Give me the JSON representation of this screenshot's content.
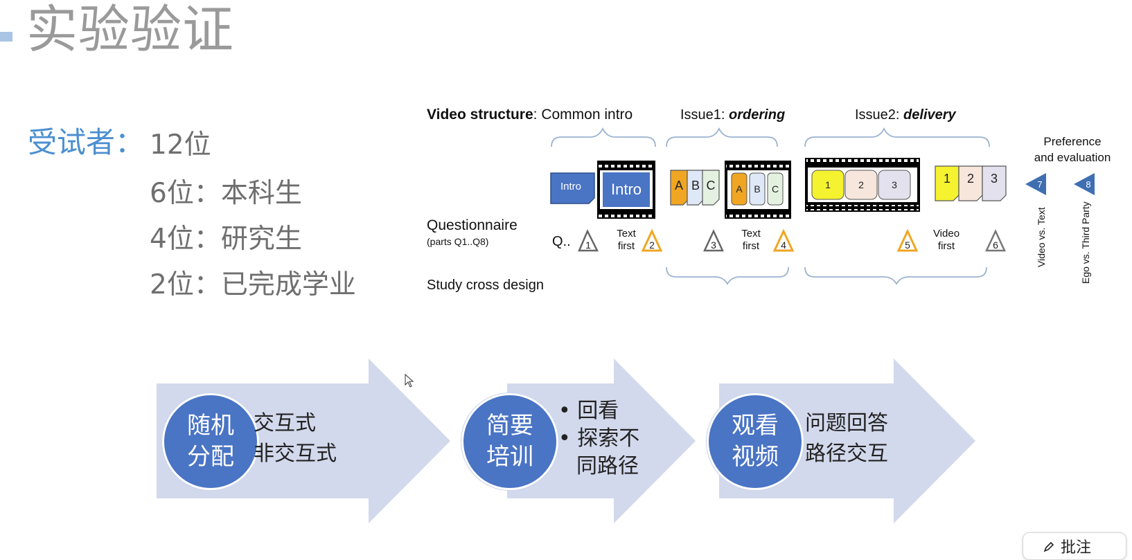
{
  "title": "实验验证",
  "subjects": {
    "label": "受试者：",
    "total": "12位",
    "groups": [
      "6位：本科生",
      "4位：研究生",
      "2位：已完成学业"
    ]
  },
  "diagram": {
    "video_structure_bold": "Video structure",
    "video_structure_rest": ": Common intro",
    "issue1_prefix": "Issue1: ",
    "issue1_em": "ordering",
    "issue2_prefix": "Issue2: ",
    "issue2_em": "delivery",
    "preference_line1": "Preference",
    "preference_line2": "and evaluation",
    "intro_small": "Intro",
    "intro_big": "Intro",
    "abc": [
      "A",
      "B",
      "C"
    ],
    "nums": [
      "1",
      "2",
      "3"
    ],
    "questionnaire": "Questionnaire",
    "parts": "(parts Q1..Q8)",
    "q_prefix": "Q..",
    "text_first_1": "Text",
    "text_first_2": "first",
    "video_first_1": "Video",
    "video_first_2": "first",
    "tri": [
      "1",
      "2",
      "3",
      "4",
      "5",
      "6",
      "7",
      "8"
    ],
    "vertical_7": "Video vs. Text",
    "vertical_8": "Ego vs. Third Party",
    "study": "Study cross design"
  },
  "process": [
    {
      "circle_1": "随机",
      "circle_2": "分配",
      "lines": [
        "交互式",
        "非交互式"
      ]
    },
    {
      "circle_1": "简要",
      "circle_2": "培训",
      "bullets": [
        "回看",
        "探索不",
        "同路径"
      ]
    },
    {
      "circle_1": "观看",
      "circle_2": "视频",
      "lines": [
        "问题回答",
        "路径交互"
      ]
    }
  ],
  "annotate_button": "批注",
  "colors": {
    "title": "#9a9a9a",
    "accent": "#4b8fd0",
    "circle": "#4a74c4",
    "arrow": "#d3d9ec",
    "orange": "#f0a623",
    "yellow": "#f5f230",
    "tri_blue": "#3f6fb0"
  }
}
